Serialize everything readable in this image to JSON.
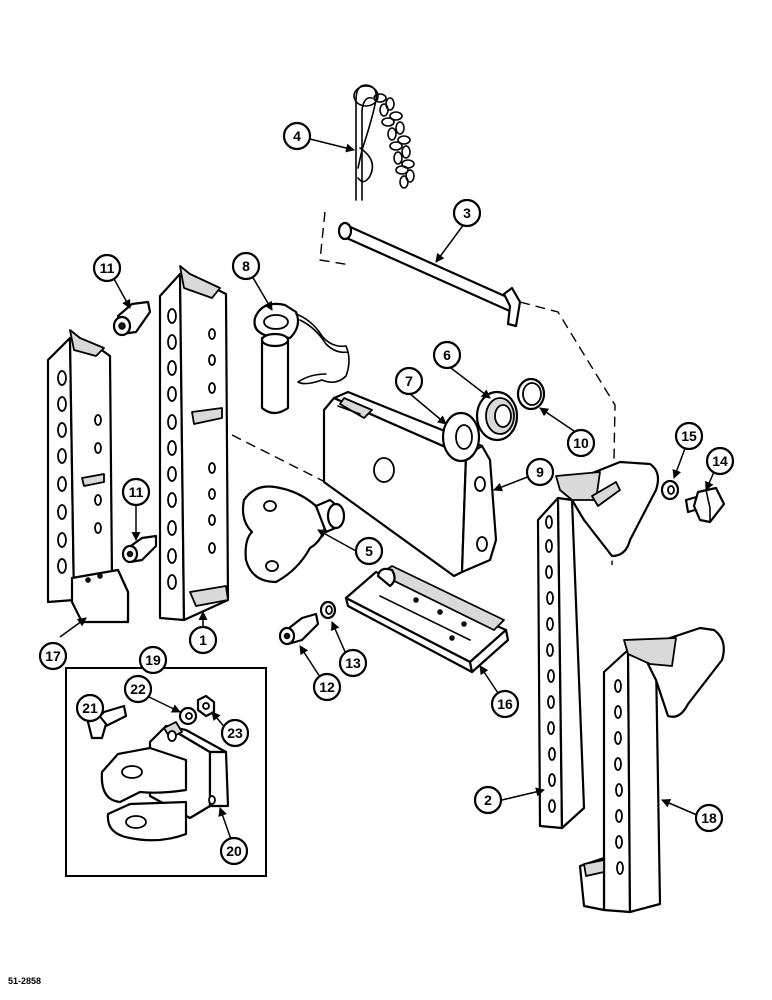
{
  "reference_code": "51-2858",
  "callouts": {
    "c1": "1",
    "c2": "2",
    "c3": "3",
    "c4": "4",
    "c5": "5",
    "c6": "6",
    "c7": "7",
    "c8": "8",
    "c9": "9",
    "c10": "10",
    "c11a": "11",
    "c11b": "11",
    "c12": "12",
    "c13": "13",
    "c14": "14",
    "c15": "15",
    "c16": "16",
    "c17": "17",
    "c18": "18",
    "c19": "19",
    "c20": "20",
    "c21": "21",
    "c22": "22",
    "c23": "23"
  }
}
